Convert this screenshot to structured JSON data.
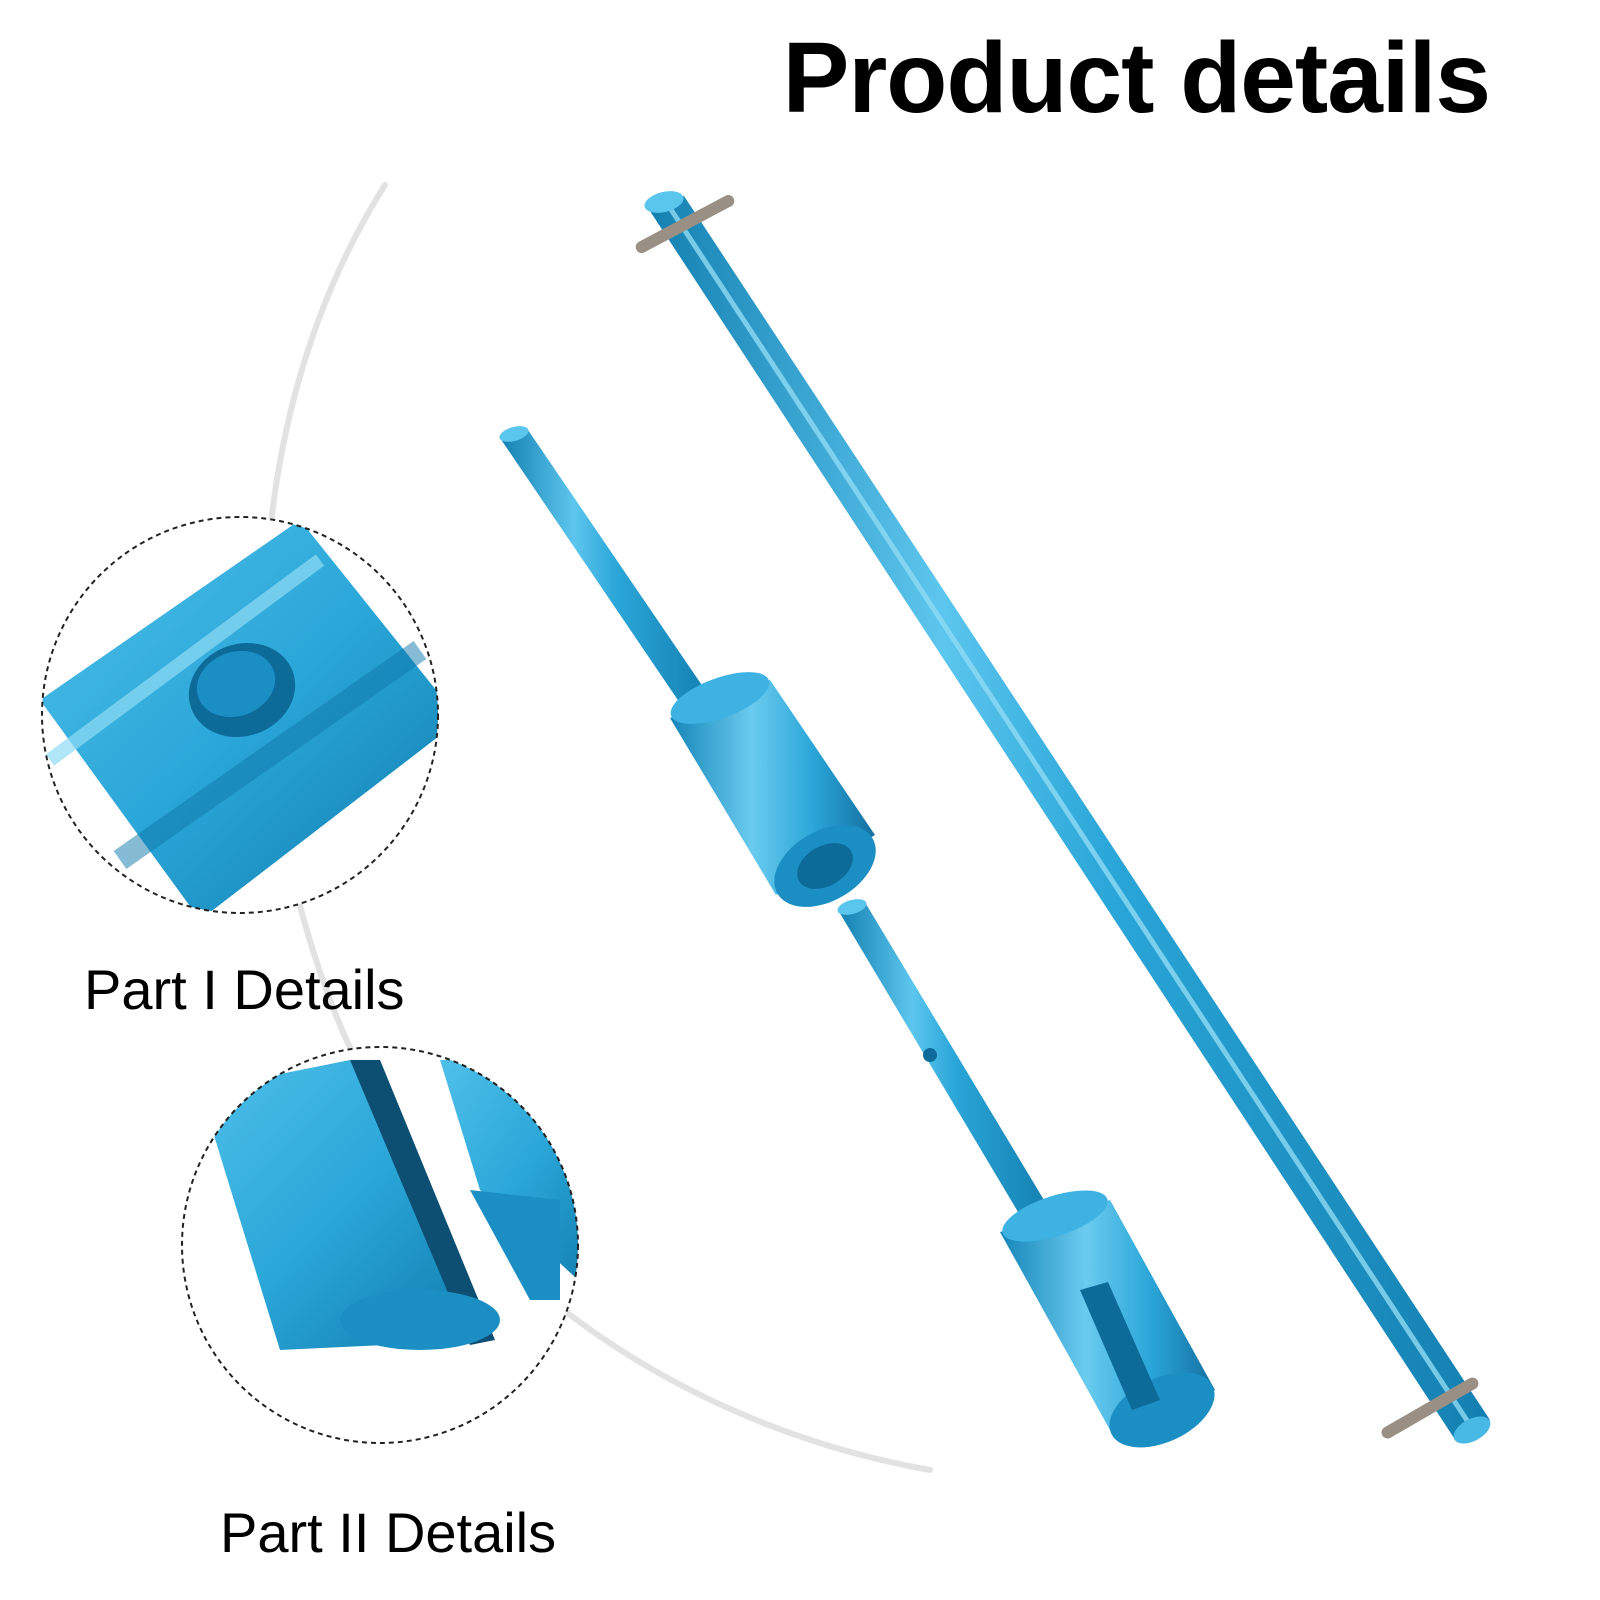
{
  "title": "Product details",
  "callouts": [
    {
      "label": "Part I Details"
    },
    {
      "label": "Part II Details"
    }
  ],
  "colors": {
    "anodized_blue": "#2aa6d8",
    "blue_highlight": "#8fdcf5",
    "blue_shadow": "#137fb0",
    "background": "#ffffff",
    "arc_gray": "#dcdcdc",
    "pin_metal": "#9a8f85"
  }
}
